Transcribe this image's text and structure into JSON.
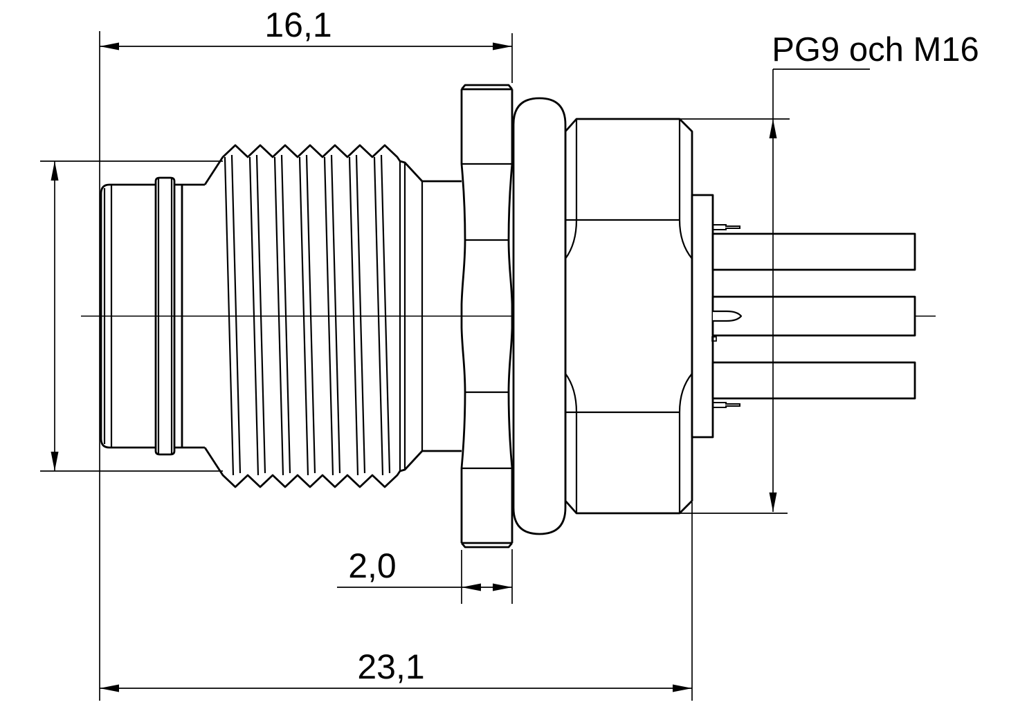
{
  "drawing": {
    "type": "engineering-dimension-drawing",
    "background_color": "#ffffff",
    "line_color": "#000000",
    "dimensions": {
      "flange_length": {
        "label": "16,1"
      },
      "nut_thickness": {
        "label": "2,0"
      },
      "overall_length": {
        "label": "23,1"
      },
      "mount_thread": {
        "label": "PG9 och M16"
      }
    }
  }
}
